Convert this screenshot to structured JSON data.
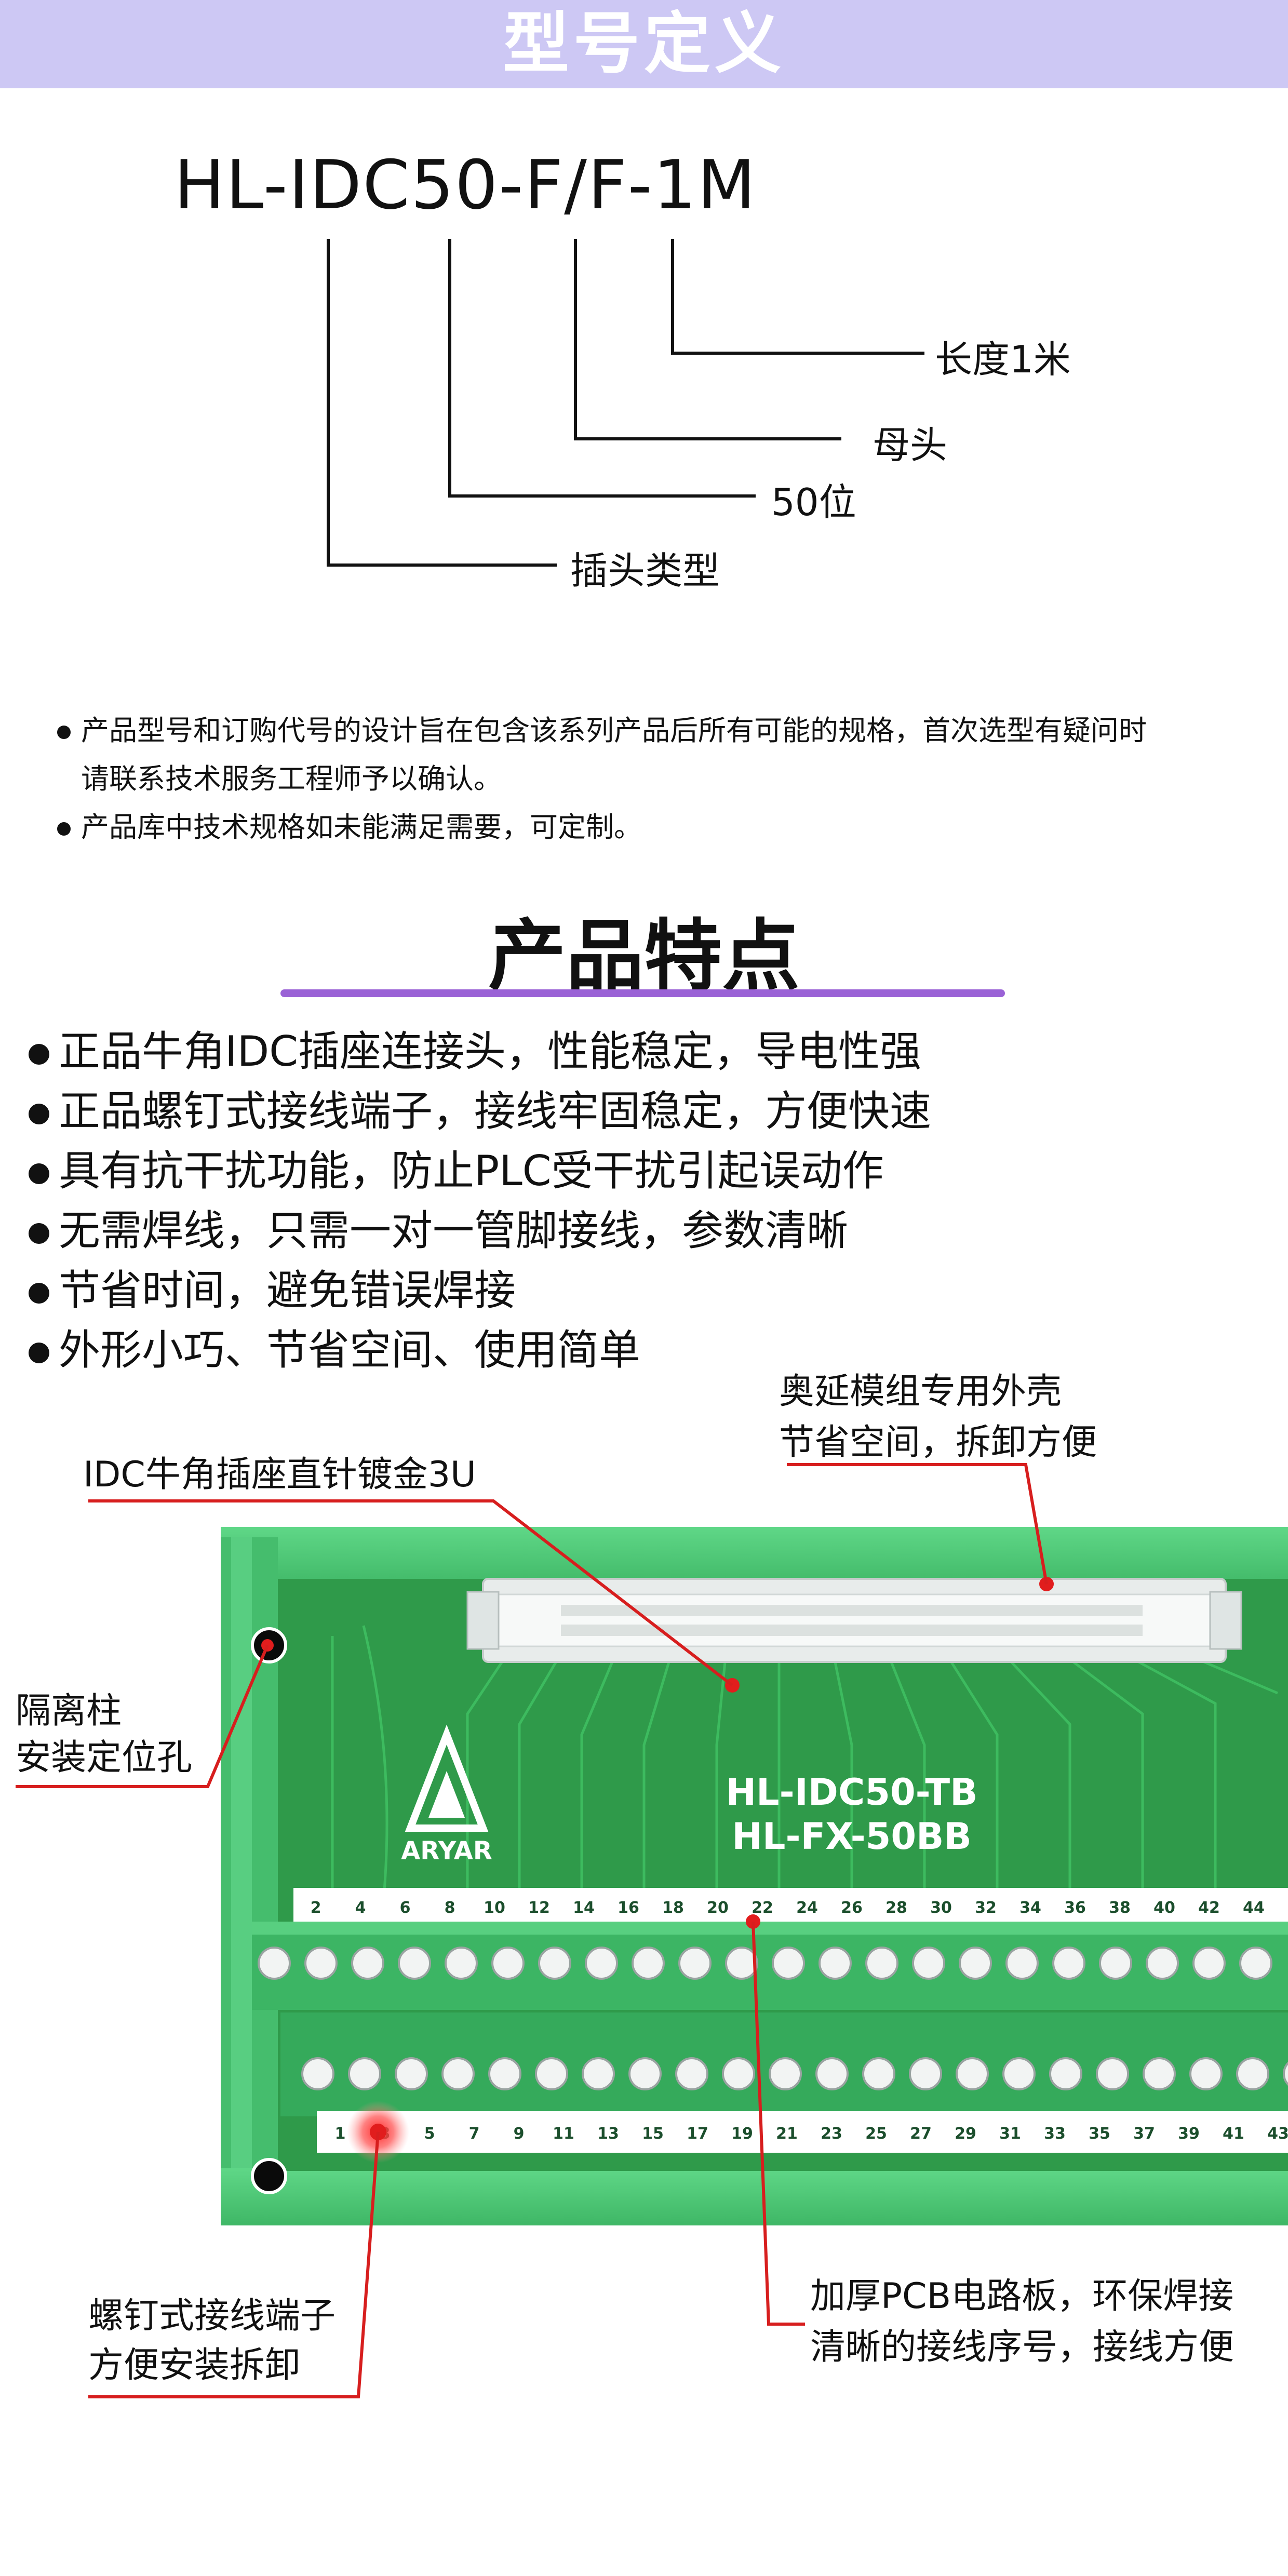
{
  "banner": {
    "title": "型号定义"
  },
  "model": {
    "code": "HL-IDC50-F/F-1M",
    "labels": {
      "length": "长度1米",
      "female": "母头",
      "positions": "50位",
      "plug_type": "插头类型"
    }
  },
  "notes": [
    "产品型号和订购代号的设计旨在包含该系列产品后所有可能的规格，首次选型有疑问时",
    "请联系技术服务工程师予以确认。",
    "产品库中技术规格如未能满足需要，可定制。"
  ],
  "features": {
    "title": "产品特点",
    "items": [
      "正品牛角IDC插座连接头，性能稳定，导电性强",
      "正品螺钉式接线端子，接线牢固稳定，方便快速",
      "具有抗干扰功能，防止PLC受干扰引起误动作",
      "无需焊线，只需一对一管脚接线，参数清晰",
      "节省时间，避免错误焊接",
      "外形小巧、节省空间、使用简单"
    ]
  },
  "callouts": {
    "housing_1": "奥延模组专用外壳",
    "housing_2": "节省空间，拆卸方便",
    "idc": "IDC牛角插座直针镀金3U",
    "standoff_1": "隔离柱",
    "standoff_2": "安装定位孔",
    "screw_1": "螺钉式接线端子",
    "screw_2": "方便安装拆卸",
    "pcb_1": "加厚PCB电路板，环保焊接",
    "pcb_2": "清晰的接线序号，接线方便"
  },
  "board": {
    "logo_text": "ARYAR",
    "model_1": "HL-IDC50-TB",
    "model_2": "HL-FX-50BB",
    "even_pins": [
      "2",
      "4",
      "6",
      "8",
      "10",
      "12",
      "14",
      "16",
      "18",
      "20",
      "22",
      "24",
      "26",
      "28",
      "30",
      "32",
      "34",
      "36",
      "38",
      "40",
      "42",
      "44"
    ],
    "odd_pins": [
      "1",
      "3",
      "5",
      "7",
      "9",
      "11",
      "13",
      "15",
      "17",
      "19",
      "21",
      "23",
      "25",
      "27",
      "29",
      "31",
      "33",
      "35",
      "37",
      "39",
      "41",
      "43"
    ]
  },
  "colors": {
    "banner": "#cdc8f4",
    "accent_rule": "#9a62d6",
    "callout_red": "#d71e1e",
    "housing_green": "#4fc677",
    "pcb_green": "#2f9a4a"
  }
}
